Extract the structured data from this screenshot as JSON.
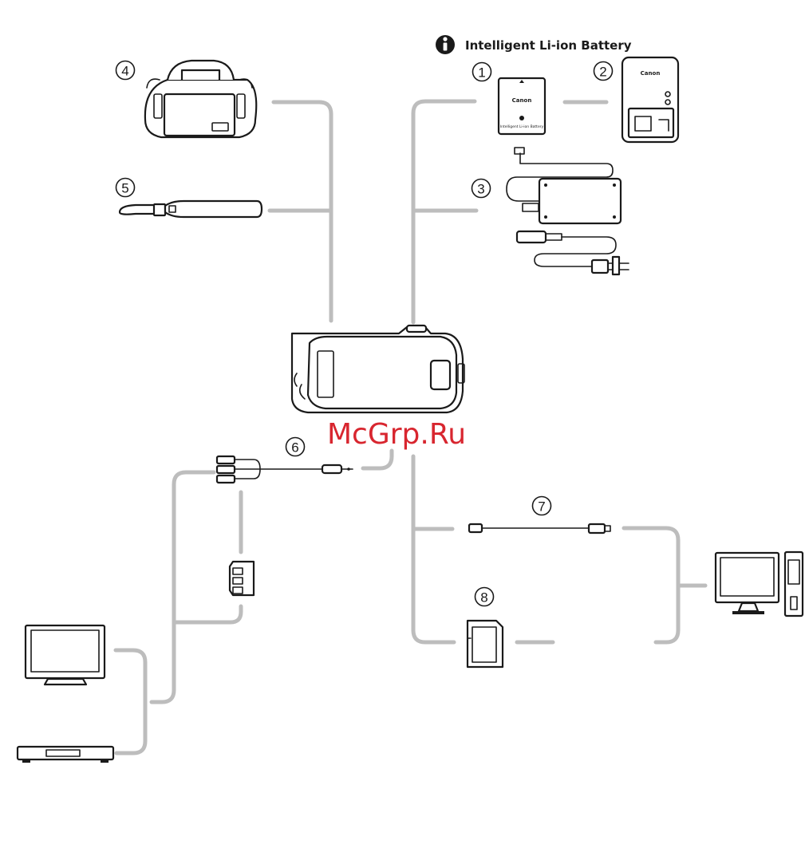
{
  "header": {
    "title": "Intelligent Li-ion Battery",
    "icon": "intelligent-battery-icon"
  },
  "battery_label": {
    "brand": "Canon",
    "caption": "Intelligent Li-ion Battery"
  },
  "charger_label": {
    "brand": "Canon"
  },
  "watermark": "McGrp.Ru",
  "accessories": [
    {
      "number": "1",
      "item": "battery-pack"
    },
    {
      "number": "2",
      "item": "battery-charger"
    },
    {
      "number": "3",
      "item": "compact-power-adapter"
    },
    {
      "number": "4",
      "item": "camcorder-bag"
    },
    {
      "number": "5",
      "item": "wrist-strap"
    },
    {
      "number": "6",
      "item": "av-cable"
    },
    {
      "number": "7",
      "item": "usb-cable"
    },
    {
      "number": "8",
      "item": "memory-card"
    }
  ],
  "colors": {
    "connector_lines": "#bdbdbd",
    "outline": "#1a1a1a",
    "watermark": "#d8262f"
  }
}
